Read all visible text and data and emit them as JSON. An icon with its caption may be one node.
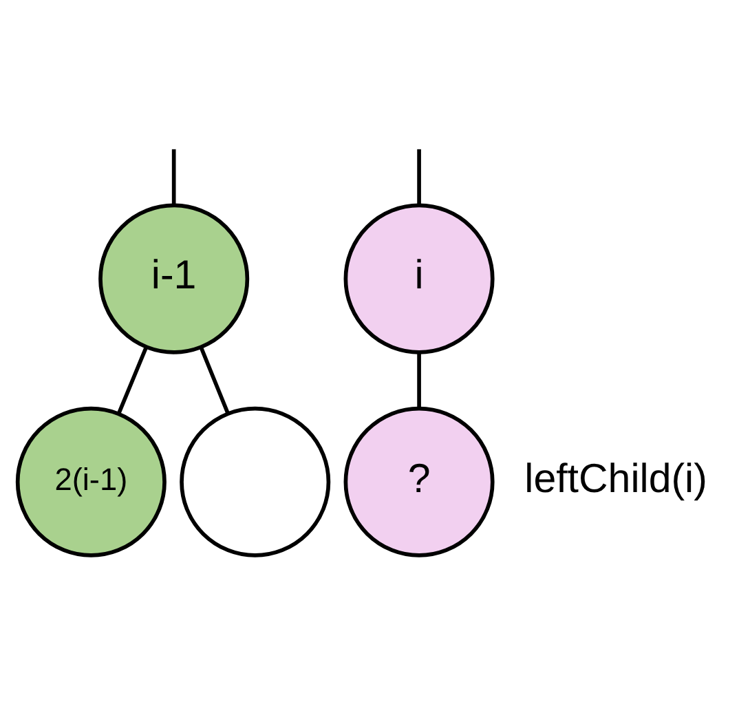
{
  "diagram": {
    "nodes": [
      {
        "text": [
          "i-1"
        ]
      },
      {
        "text": [
          "2(i-1)"
        ]
      },
      {
        "text": [],
        "shape": "circle"
      },
      {
        "text": [
          "i"
        ]
      },
      {
        "text": [
          "?"
        ],
        "beside": [
          "leftChild(i)"
        ]
      }
    ],
    "edges": [
      {
        "from": null,
        "to": 0,
        "arrow": "none"
      },
      {
        "from": null,
        "to": 3,
        "arrow": "none"
      },
      {
        "from": 0,
        "to": 1,
        "arrow": "none"
      },
      {
        "from": 0,
        "to": 2,
        "arrow": "none"
      },
      {
        "from": 3,
        "to": 4,
        "arrow": "none"
      }
    ]
  }
}
